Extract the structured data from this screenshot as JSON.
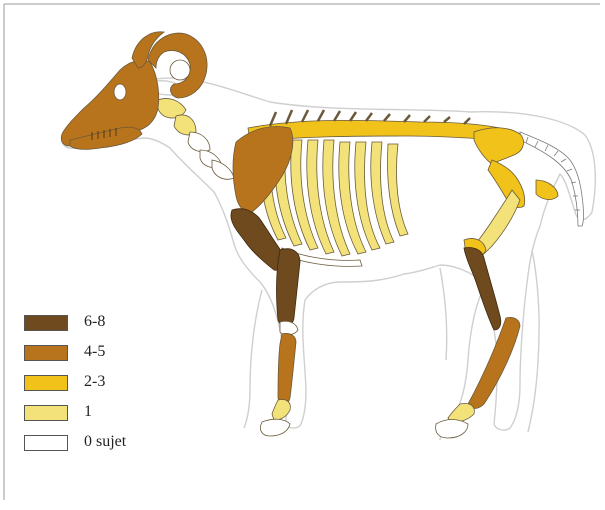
{
  "legend": {
    "items": [
      {
        "label": "6-8",
        "color": "#6e4a1e"
      },
      {
        "label": "4-5",
        "color": "#b8741c"
      },
      {
        "label": "2-3",
        "color": "#f0c21a"
      },
      {
        "label": "1",
        "color": "#f3e27a"
      },
      {
        "label": "0 sujet",
        "color": "#ffffff"
      }
    ]
  },
  "palette": {
    "outline": "#cfcfcf",
    "frame": "#9a9a9a",
    "bone_stroke": "#6b5a3a",
    "dark": "#6e4a1e",
    "medium": "#b8741c",
    "gold": "#f0c21a",
    "light": "#f3e27a",
    "none": "#ffffff"
  }
}
